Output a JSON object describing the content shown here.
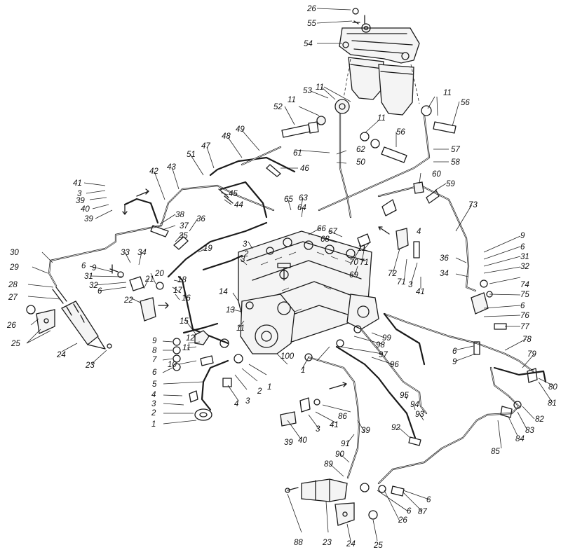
{
  "callouts": [
    {
      "text": "26"
    },
    {
      "text": "55"
    },
    {
      "text": "54"
    },
    {
      "text": "11"
    },
    {
      "text": "53"
    },
    {
      "text": "52"
    },
    {
      "text": "11"
    },
    {
      "text": "11"
    },
    {
      "text": "56"
    },
    {
      "text": "11"
    },
    {
      "text": "56"
    },
    {
      "text": "57"
    },
    {
      "text": "58"
    },
    {
      "text": "49"
    },
    {
      "text": "48"
    },
    {
      "text": "47"
    },
    {
      "text": "51"
    },
    {
      "text": "61"
    },
    {
      "text": "62"
    },
    {
      "text": "50"
    },
    {
      "text": "46"
    },
    {
      "text": "42"
    },
    {
      "text": "43"
    },
    {
      "text": "45"
    },
    {
      "text": "44"
    },
    {
      "text": "41"
    },
    {
      "text": "3"
    },
    {
      "text": "39"
    },
    {
      "text": "40"
    },
    {
      "text": "39"
    },
    {
      "text": "60"
    },
    {
      "text": "59"
    },
    {
      "text": "73"
    },
    {
      "text": "65"
    },
    {
      "text": "63"
    },
    {
      "text": "64"
    },
    {
      "text": "38"
    },
    {
      "text": "37"
    },
    {
      "text": "36"
    },
    {
      "text": "35"
    },
    {
      "text": "19"
    },
    {
      "text": "66"
    },
    {
      "text": "67"
    },
    {
      "text": "68"
    },
    {
      "text": "3"
    },
    {
      "text": "4"
    },
    {
      "text": "30"
    },
    {
      "text": "29"
    },
    {
      "text": "33"
    },
    {
      "text": "34"
    },
    {
      "text": "9"
    },
    {
      "text": "6"
    },
    {
      "text": "31"
    },
    {
      "text": "32"
    },
    {
      "text": "74"
    },
    {
      "text": "75"
    },
    {
      "text": "6"
    },
    {
      "text": "76"
    },
    {
      "text": "77"
    },
    {
      "text": "36"
    },
    {
      "text": "34"
    },
    {
      "text": "6"
    },
    {
      "text": "9"
    },
    {
      "text": "31"
    },
    {
      "text": "32"
    },
    {
      "text": "6"
    },
    {
      "text": "28"
    },
    {
      "text": "27"
    },
    {
      "text": "26"
    },
    {
      "text": "25"
    },
    {
      "text": "24"
    },
    {
      "text": "23"
    },
    {
      "text": "72"
    },
    {
      "text": "71"
    },
    {
      "text": "3"
    },
    {
      "text": "41"
    },
    {
      "text": "70"
    },
    {
      "text": "71"
    },
    {
      "text": "69"
    },
    {
      "text": "11"
    },
    {
      "text": "2"
    },
    {
      "text": "3"
    },
    {
      "text": "20"
    },
    {
      "text": "21"
    },
    {
      "text": "22"
    },
    {
      "text": "18"
    },
    {
      "text": "17"
    },
    {
      "text": "16"
    },
    {
      "text": "14"
    },
    {
      "text": "13"
    },
    {
      "text": "11"
    },
    {
      "text": "15"
    },
    {
      "text": "12"
    },
    {
      "text": "11"
    },
    {
      "text": "9"
    },
    {
      "text": "8"
    },
    {
      "text": "7"
    },
    {
      "text": "6"
    },
    {
      "text": "10"
    },
    {
      "text": "5"
    },
    {
      "text": "4"
    },
    {
      "text": "3"
    },
    {
      "text": "2"
    },
    {
      "text": "1"
    },
    {
      "text": "1"
    },
    {
      "text": "2"
    },
    {
      "text": "3"
    },
    {
      "text": "4"
    },
    {
      "text": "100"
    },
    {
      "text": "1"
    },
    {
      "text": "99"
    },
    {
      "text": "98"
    },
    {
      "text": "97"
    },
    {
      "text": "96"
    },
    {
      "text": "95"
    },
    {
      "text": "94"
    },
    {
      "text": "93"
    },
    {
      "text": "92"
    },
    {
      "text": "6"
    },
    {
      "text": "9"
    },
    {
      "text": "78"
    },
    {
      "text": "79"
    },
    {
      "text": "80"
    },
    {
      "text": "81"
    },
    {
      "text": "82"
    },
    {
      "text": "83"
    },
    {
      "text": "84"
    },
    {
      "text": "85"
    },
    {
      "text": "86"
    },
    {
      "text": "41"
    },
    {
      "text": "3"
    },
    {
      "text": "39"
    },
    {
      "text": "40"
    },
    {
      "text": "39"
    },
    {
      "text": "91"
    },
    {
      "text": "90"
    },
    {
      "text": "89"
    },
    {
      "text": "88"
    },
    {
      "text": "23"
    },
    {
      "text": "24"
    },
    {
      "text": "25"
    },
    {
      "text": "26"
    },
    {
      "text": "6"
    },
    {
      "text": "87"
    },
    {
      "text": "6"
    },
    {
      "text": "9"
    }
  ]
}
